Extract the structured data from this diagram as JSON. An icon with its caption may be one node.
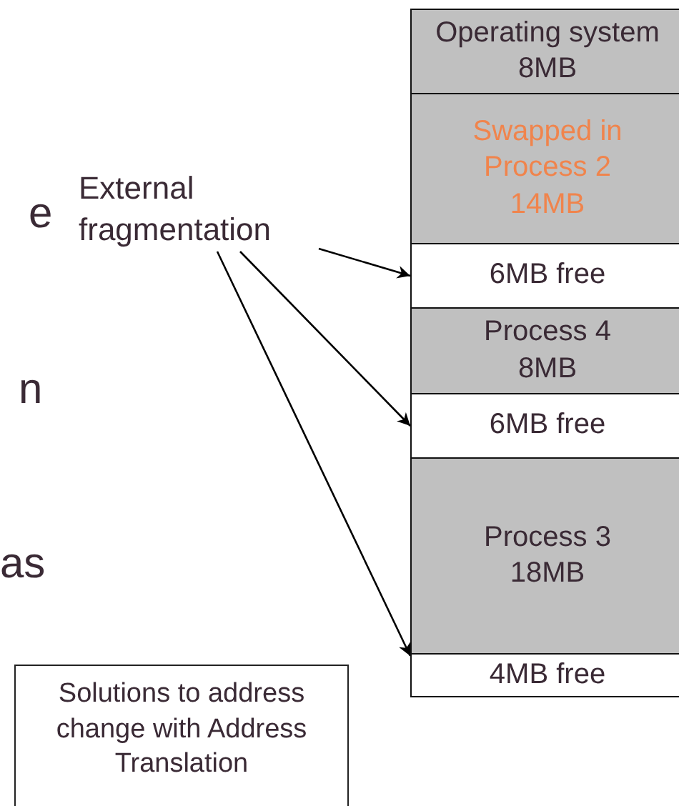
{
  "diagram": {
    "nodes": [
      {
        "text": [
          "External fragmentation"
        ]
      },
      {
        "text": [
          "Operating system 8MB"
        ]
      },
      {
        "text": [
          "Swapped in Process 2 14MB"
        ]
      },
      {
        "text": [
          "6MB free"
        ]
      },
      {
        "text": [
          "Process 4 8MB"
        ]
      },
      {
        "text": [
          "6MB free"
        ]
      },
      {
        "text": [
          "Process 3 18MB"
        ]
      },
      {
        "text": [
          "4MB free"
        ]
      },
      {
        "text": [
          "Solutions to address change with Address Translation"
        ]
      }
    ],
    "edges": [
      {
        "from": 0,
        "to": 3,
        "arrow": "to"
      },
      {
        "from": 0,
        "to": 5,
        "arrow": "to"
      },
      {
        "from": 0,
        "to": 7,
        "arrow": "to"
      }
    ],
    "labels": [
      "e",
      "n",
      "as"
    ]
  }
}
